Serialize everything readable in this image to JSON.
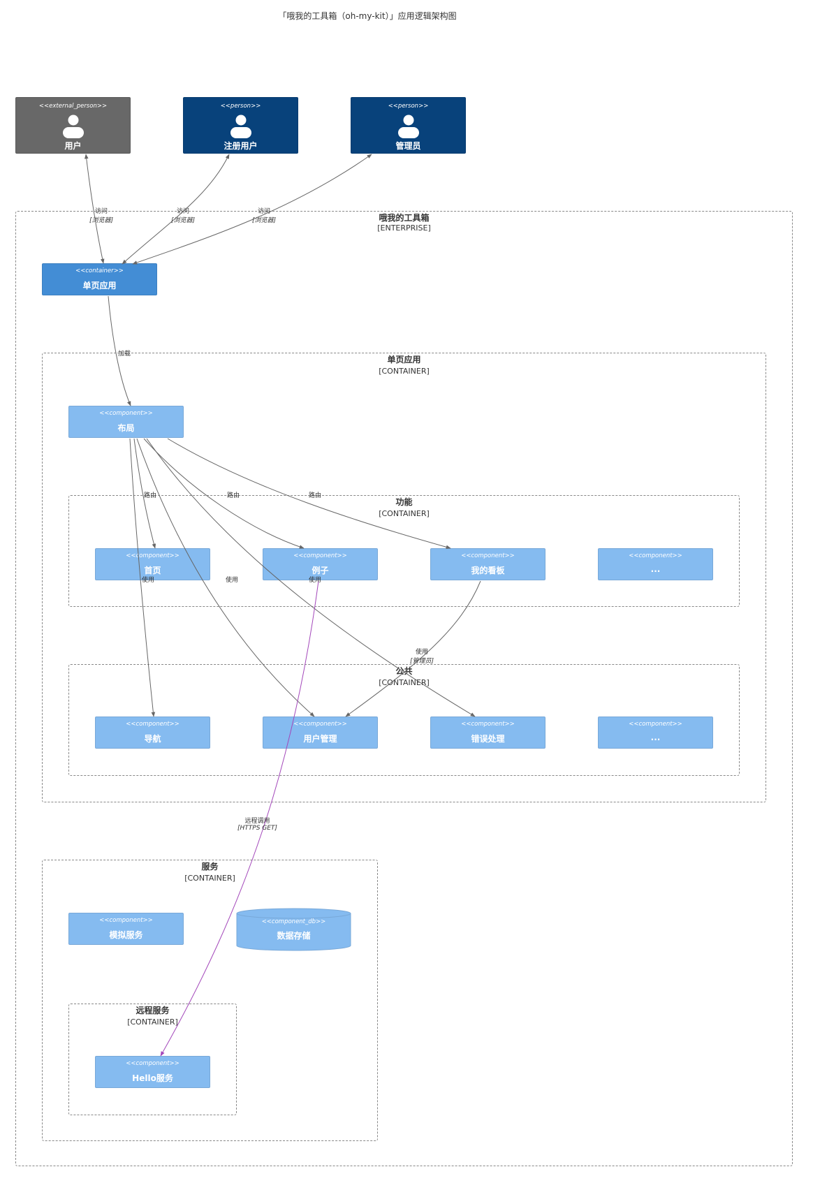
{
  "title": "「哦我的工具箱（oh-my-kit）」应用逻辑架构图",
  "persons": {
    "user": {
      "stereotype": "<<external_person>>",
      "name": "用户"
    },
    "registered": {
      "stereotype": "<<person>>",
      "name": "注册用户"
    },
    "admin": {
      "stereotype": "<<person>>",
      "name": "管理员"
    }
  },
  "boundaries": {
    "enterprise": {
      "title": "哦我的工具箱",
      "tech": "[ENTERPRISE]"
    },
    "spa": {
      "title": "单页应用",
      "tech": "[CONTAINER]"
    },
    "features": {
      "title": "功能",
      "tech": "[CONTAINER]"
    },
    "common": {
      "title": "公共",
      "tech": "[CONTAINER]"
    },
    "services": {
      "title": "服务",
      "tech": "[CONTAINER]"
    },
    "remote": {
      "title": "远程服务",
      "tech": "[CONTAINER]"
    }
  },
  "nodes": {
    "spa_app": {
      "stereotype": "<<container>>",
      "name": "单页应用"
    },
    "layout": {
      "stereotype": "<<component>>",
      "name": "布局"
    },
    "home": {
      "stereotype": "<<component>>",
      "name": "首页"
    },
    "example": {
      "stereotype": "<<component>>",
      "name": "例子"
    },
    "dashboard": {
      "stereotype": "<<component>>",
      "name": "我的看板"
    },
    "feat_more": {
      "stereotype": "<<component>>",
      "name": "..."
    },
    "nav": {
      "stereotype": "<<component>>",
      "name": "导航"
    },
    "user_mgmt": {
      "stereotype": "<<component>>",
      "name": "用户管理"
    },
    "error": {
      "stereotype": "<<component>>",
      "name": "错误处理"
    },
    "common_more": {
      "stereotype": "<<component>>",
      "name": "..."
    },
    "mock": {
      "stereotype": "<<component>>",
      "name": "模拟服务"
    },
    "db": {
      "stereotype": "<<component_db>>",
      "name": "数据存储"
    },
    "hello": {
      "stereotype": "<<component>>",
      "name": "Hello服务"
    }
  },
  "edges": {
    "e1": {
      "label": "访问",
      "tech": "[浏览器]"
    },
    "e2": {
      "label": "访问",
      "tech": "[浏览器]"
    },
    "e3": {
      "label": "访问",
      "tech": "[浏览器]"
    },
    "e4": {
      "label": "加载"
    },
    "e5": {
      "label": "路由"
    },
    "e6": {
      "label": "路由"
    },
    "e7": {
      "label": "路由"
    },
    "e8": {
      "label": "使用"
    },
    "e9": {
      "label": "使用"
    },
    "e10": {
      "label": "使用"
    },
    "e11": {
      "label": "使用",
      "tech": "[管理员]"
    },
    "e12": {
      "label": "远程调用",
      "tech": "[HTTPS GET]"
    }
  },
  "colors": {
    "person": "#08427b",
    "external_person": "#686868",
    "container": "#438dd5",
    "component": "#85bbf0",
    "edge": "#666666",
    "remote_call_edge": "#a347ba"
  }
}
